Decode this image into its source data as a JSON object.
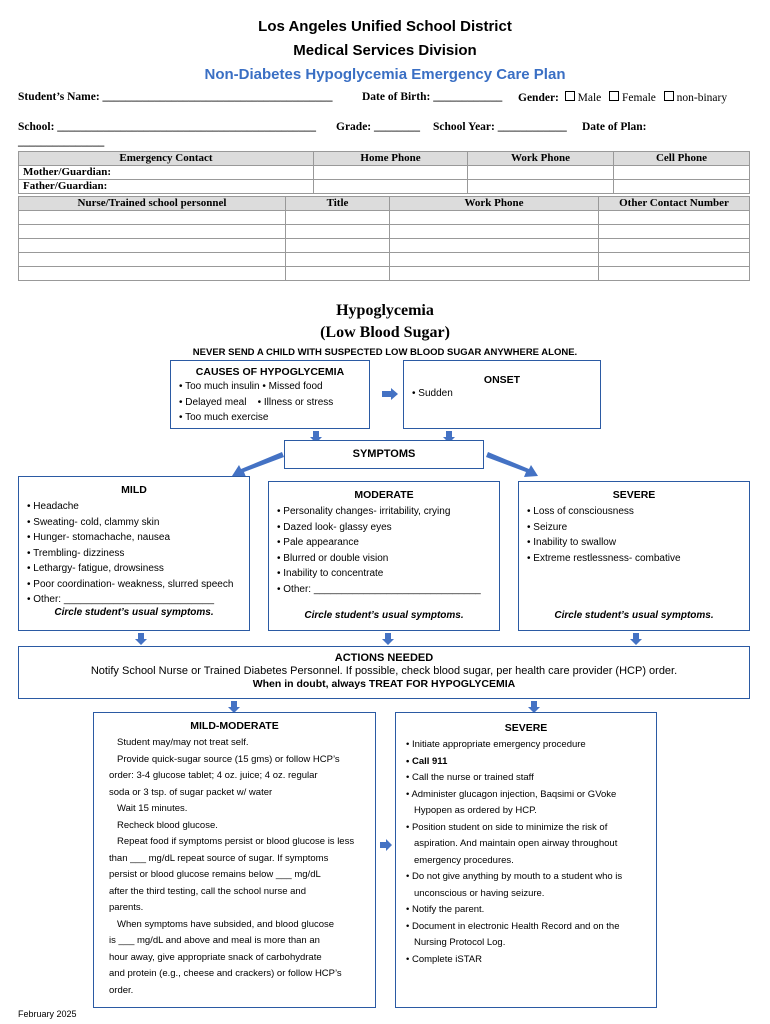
{
  "header": {
    "line1": "Los Angeles Unified School District",
    "line2": "Medical Services Division",
    "line3": "Non-Diabetes Hypoglycemia Emergency Care Plan"
  },
  "form": {
    "student_name": "Student’s Name: ________________________________________",
    "dob": "Date of Birth: ____________",
    "gender_label": "Gender:",
    "gender_male": "Male",
    "gender_female": "Female",
    "gender_nonbinary": "non-binary",
    "school": "School: _____________________________________________",
    "grade": "Grade: ________",
    "school_year": "School Year: ____________",
    "date_of_plan": "Date of Plan:",
    "trailing_line": "_______________"
  },
  "contacts": {
    "headers": [
      "Emergency Contact",
      "Home Phone",
      "Work Phone",
      "Cell Phone"
    ],
    "rows": [
      "Mother/Guardian:",
      "Father/Guardian:"
    ],
    "staff_headers": [
      "Nurse/Trained school personnel",
      "Title",
      "Work Phone",
      "Other Contact Number"
    ]
  },
  "hypo": {
    "title1": "Hypoglycemia",
    "title2": "(Low Blood Sugar)",
    "warning": "NEVER SEND A CHILD WITH SUSPECTED LOW BLOOD SUGAR ANYWHERE ALONE."
  },
  "causes": {
    "title": "CAUSES OF HYPOGLYCEMIA",
    "l1": "Too much insulin • Missed food",
    "l2a": "Delayed meal",
    "l2b": "• Illness or stress",
    "l3": "Too much exercise"
  },
  "onset": {
    "title": "ONSET",
    "item": "Sudden"
  },
  "symptoms": {
    "title": "SYMPTOMS"
  },
  "mild": {
    "title": "MILD",
    "items": [
      "Headache",
      "Sweating- cold, clammy skin",
      "Hunger- stomachache, nausea",
      "Trembling- dizziness",
      "Lethargy- fatigue, drowsiness",
      "Poor coordination- weakness, slurred speech",
      "Other: ___________________________"
    ],
    "circle": "Circle student’s usual symptoms."
  },
  "moderate": {
    "title": "MODERATE",
    "items": [
      "Personality changes- irritability, crying",
      "Dazed look- glassy eyes",
      "Pale appearance",
      "Blurred or double vision",
      "Inability to concentrate",
      "Other: ______________________________"
    ],
    "circle": "Circle student’s usual symptoms."
  },
  "severe_sym": {
    "title": "SEVERE",
    "items": [
      "Loss of consciousness",
      "Seizure",
      "Inability to swallow",
      "Extreme restlessness- combative"
    ],
    "circle": "Circle student’s usual symptoms."
  },
  "actions": {
    "title": "ACTIONS NEEDED",
    "line": "Notify School Nurse or Trained Diabetes Personnel. If possible, check blood sugar, per health care provider (HCP) order.",
    "doubt": "When in doubt, always TREAT FOR HYPOGLYCEMIA"
  },
  "mildmod": {
    "title": "MILD-MODERATE",
    "lines": [
      "Student may/may not treat self.",
      "Provide quick-sugar source (15 gms) or follow HCP’s",
      "order: 3-4 glucose tablet; 4 oz. juice; 4 oz. regular",
      "soda or 3 tsp. of sugar packet w/ water",
      "Wait 15 minutes.",
      "Recheck blood glucose.",
      "Repeat food if symptoms persist or blood glucose is less",
      "than ___ mg/dL repeat source of sugar. If symptoms",
      "persist or blood glucose remains below ___ mg/dL",
      "after the third testing, call the school nurse and",
      "parents.",
      "When symptoms have subsided, and blood glucose",
      "is ___ mg/dL and above and meal is more than an",
      "hour away, give appropriate snack of carbohydrate",
      "and protein (e.g., cheese and crackers) or follow HCP’s",
      "order."
    ]
  },
  "severe_act": {
    "title": "SEVERE",
    "lines": [
      "• Initiate appropriate emergency procedure",
      "• Call 911",
      "• Call the nurse or trained staff",
      "• Administer glucagon injection, Baqsimi or GVoke",
      "Hypopen as ordered by HCP.",
      "• Position student on side to minimize the risk of",
      "aspiration. And maintain open airway throughout",
      "emergency procedures.",
      "• Do not give anything by mouth to a student who is",
      "unconscious or having seizure.",
      "• Notify the parent.",
      "• Document in electronic Health Record and on the",
      "Nursing Protocol Log.",
      "• Complete iSTAR"
    ]
  },
  "footer": {
    "date": "February 2025"
  },
  "colors": {
    "box_border": "#2b5aa3",
    "title_blue": "#3a6fc4",
    "arrow_fill": "#4472c4"
  }
}
